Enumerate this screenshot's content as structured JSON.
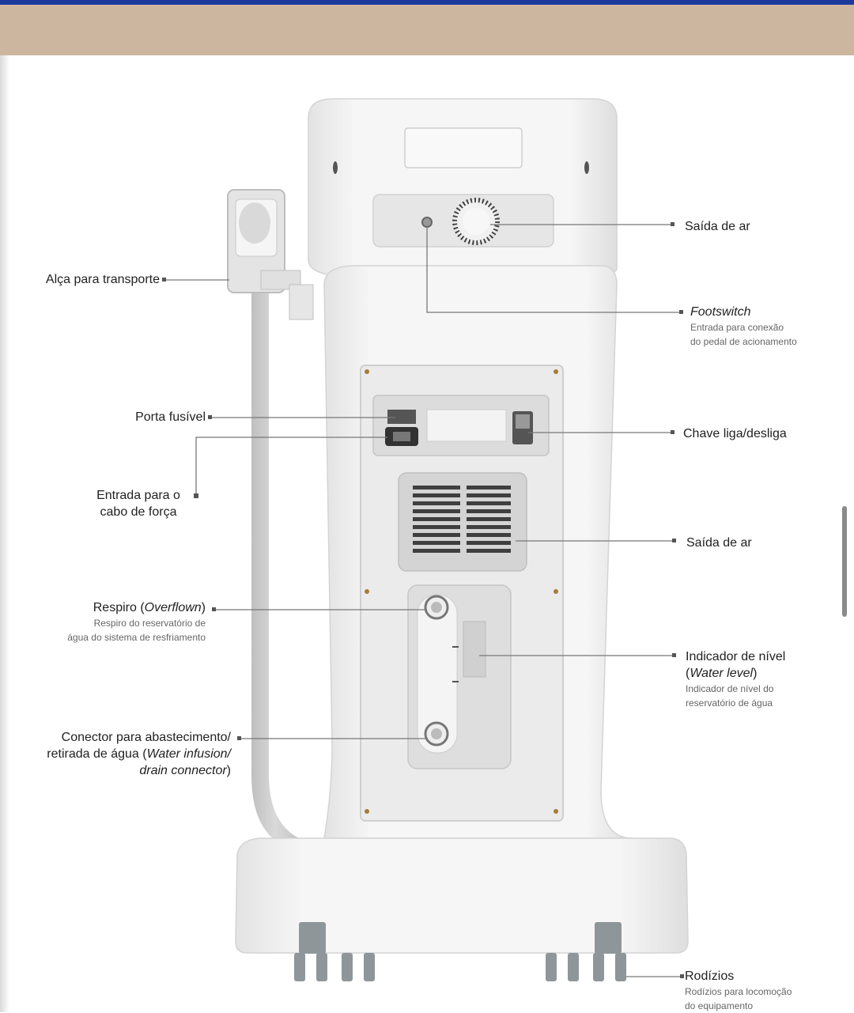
{
  "labels": {
    "saida_ar_top": "Saída de ar",
    "alca": "Alça para transporte",
    "footswitch_title": "Footswitch",
    "footswitch_sub1": "Entrada para conexão",
    "footswitch_sub2": "do pedal de acionamento",
    "porta_fusivel": "Porta fusível",
    "chave": "Chave liga/desliga",
    "entrada_line1": "Entrada para o",
    "entrada_line2": "cabo de força",
    "saida_ar_mid": "Saída de ar",
    "respiro_prefix": "Respiro (",
    "respiro_italic": "Overflown",
    "respiro_suffix": ")",
    "respiro_sub1": "Respiro do reservatório de",
    "respiro_sub2": "água do sistema de resfriamento",
    "indicador_title": "Indicador de nível",
    "indicador_paren_open": "(",
    "indicador_italic": "Water level",
    "indicador_paren_close": ")",
    "indicador_sub1": "Indicador de nível do",
    "indicador_sub2": "reservatório de água",
    "conector_line1": "Conector para abastecimento/",
    "conector_line2_prefix": "retirada de água (",
    "conector_line2_italic": "Water infusion/",
    "conector_line3_italic": "drain connector",
    "conector_line3_suffix": ")",
    "rodizios_title": "Rodízios",
    "rodizios_sub1": "Rodízios para locomoção",
    "rodizios_sub2": "do equipamento"
  },
  "colors": {
    "top_bar": "#1b3a9c",
    "top_band": "#cdb6a0",
    "device_body": "#f1f1f1",
    "device_shadow": "#d6d6d6",
    "leader_line": "#777777"
  }
}
